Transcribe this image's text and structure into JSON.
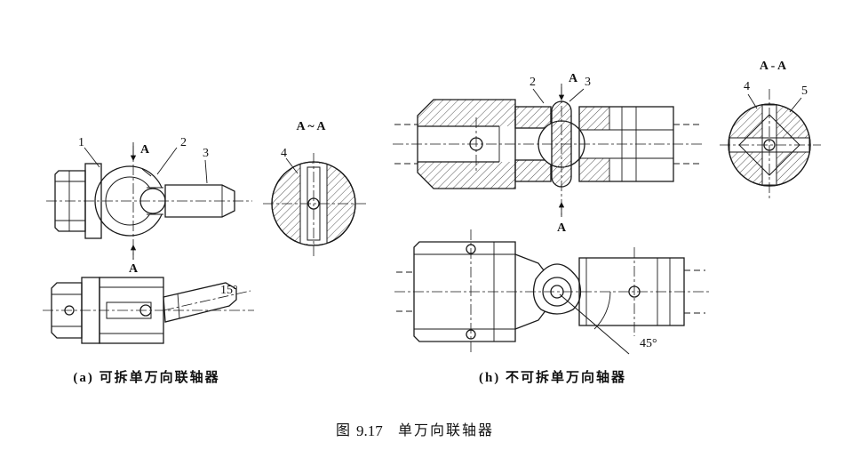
{
  "figure_caption": {
    "prefix": "图",
    "number": "9.17",
    "title": "单万向联轴器"
  },
  "fig_a": {
    "caption": "(a) 可拆单万向联轴器",
    "section_label": "A ~ A",
    "angle_label": "15°",
    "arrow_top": "A",
    "arrow_bottom": "A",
    "parts": {
      "p1": "1",
      "p2": "2",
      "p3": "3",
      "p4": "4"
    }
  },
  "fig_b": {
    "caption": "(h) 不可拆单万向轴器",
    "section_label": "A - A",
    "angle_label": "45°",
    "arrow_top": "A",
    "arrow_bottom": "A",
    "parts": {
      "p2": "2",
      "p3": "3",
      "p4": "4",
      "p5": "5"
    }
  }
}
